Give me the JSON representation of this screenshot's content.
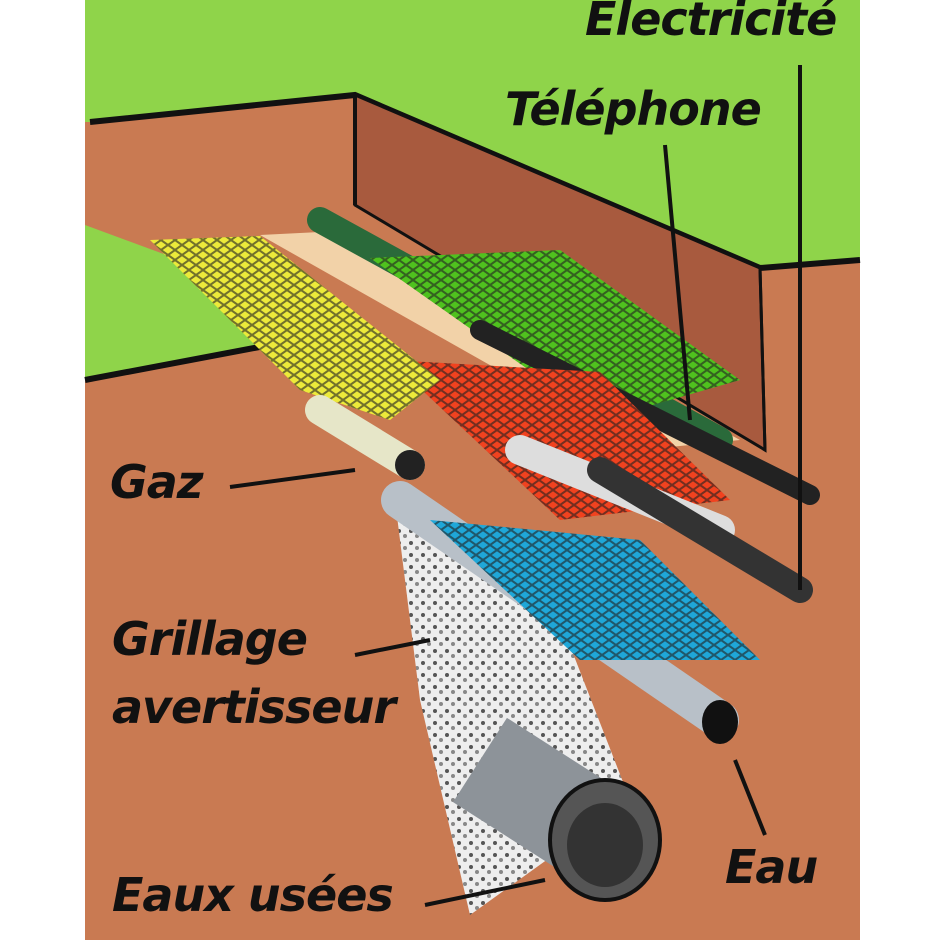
{
  "labels": {
    "electricite": "Electricité",
    "telephone": "Téléphone",
    "gaz": "Gaz",
    "grillage_line1": "Grillage",
    "grillage_line2": "avertisseur",
    "eau": "Eau",
    "eaux_usees": "Eaux usées"
  },
  "colors": {
    "grass": "#8fd44a",
    "soil": "#c97a52",
    "trench_wall": "#a85a3e",
    "net_yellow": "#ecea3a",
    "net_green": "#4fc21e",
    "net_red": "#f1421f",
    "net_blue": "#1fa7d8"
  }
}
